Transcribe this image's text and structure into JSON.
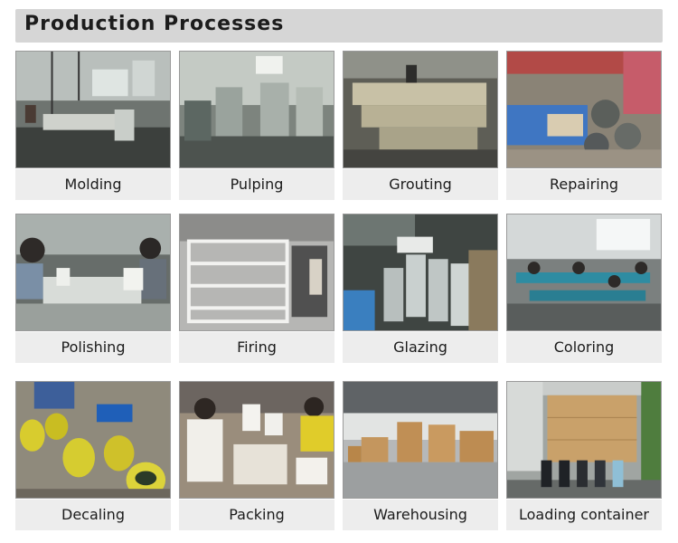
{
  "header": {
    "title": "Production Processes"
  },
  "steps": [
    {
      "label": "Molding"
    },
    {
      "label": "Pulping"
    },
    {
      "label": "Grouting"
    },
    {
      "label": "Repairing"
    },
    {
      "label": "Polishing"
    },
    {
      "label": "Firing"
    },
    {
      "label": "Glazing"
    },
    {
      "label": "Coloring"
    },
    {
      "label": "Decaling"
    },
    {
      "label": "Packing"
    },
    {
      "label": "Warehousing"
    },
    {
      "label": "Loading container"
    }
  ]
}
